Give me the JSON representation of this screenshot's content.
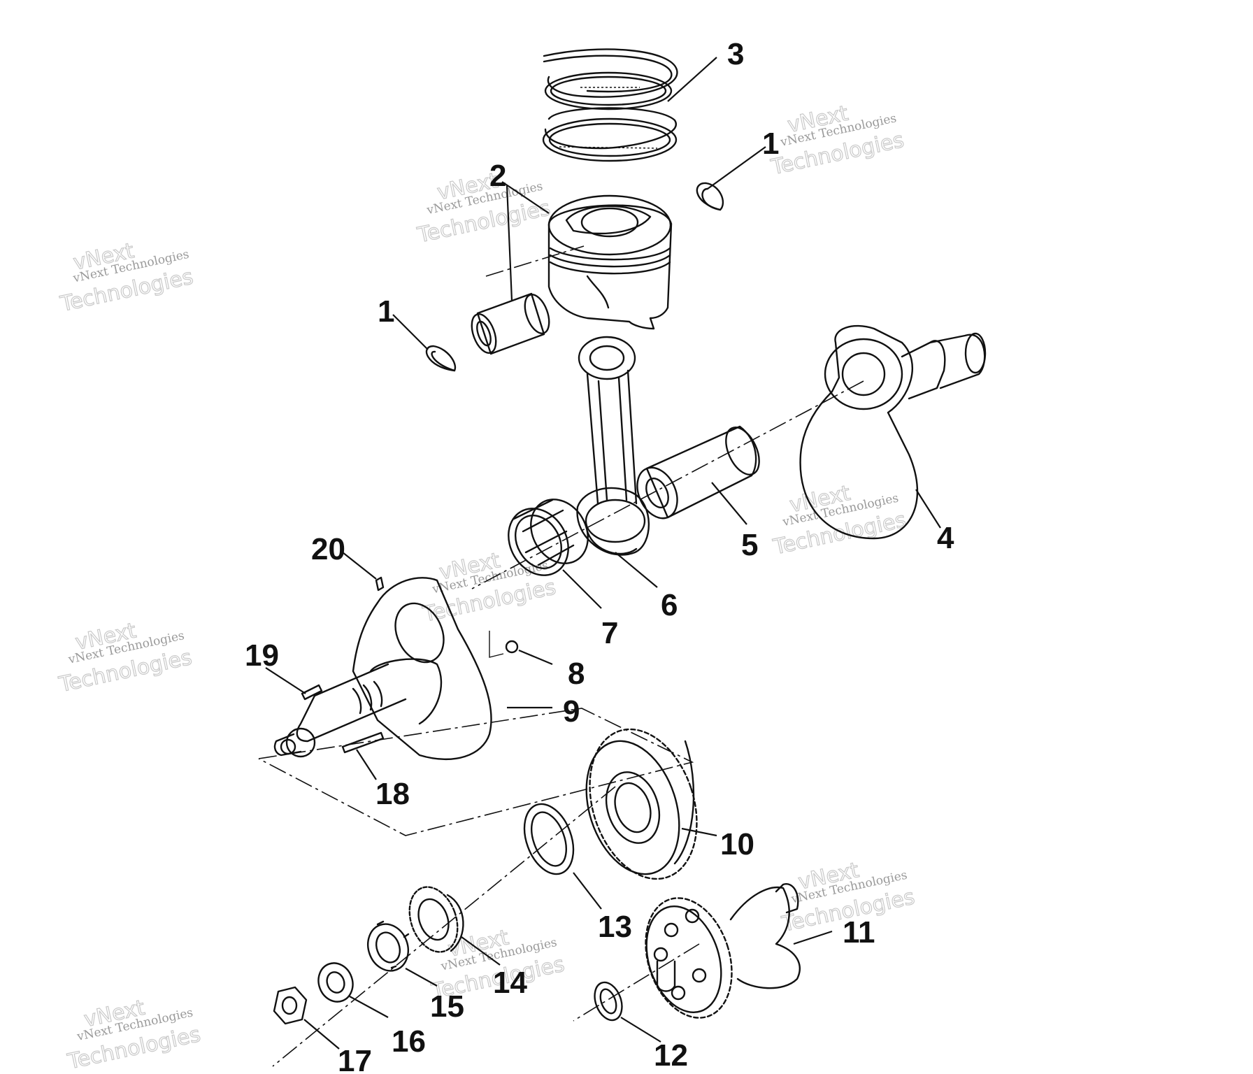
{
  "diagram": {
    "callouts": [
      "1",
      "1",
      "2",
      "3",
      "4",
      "5",
      "6",
      "7",
      "8",
      "9",
      "10",
      "11",
      "12",
      "13",
      "14",
      "15",
      "16",
      "17",
      "18",
      "19",
      "20"
    ]
  },
  "watermark": {
    "line1": "vNext Technologies",
    "line2": "vNext",
    "line3": "Technologies"
  },
  "colors": {
    "ink": "#111111",
    "watermark": "#9a9a9a",
    "background": "#ffffff"
  }
}
